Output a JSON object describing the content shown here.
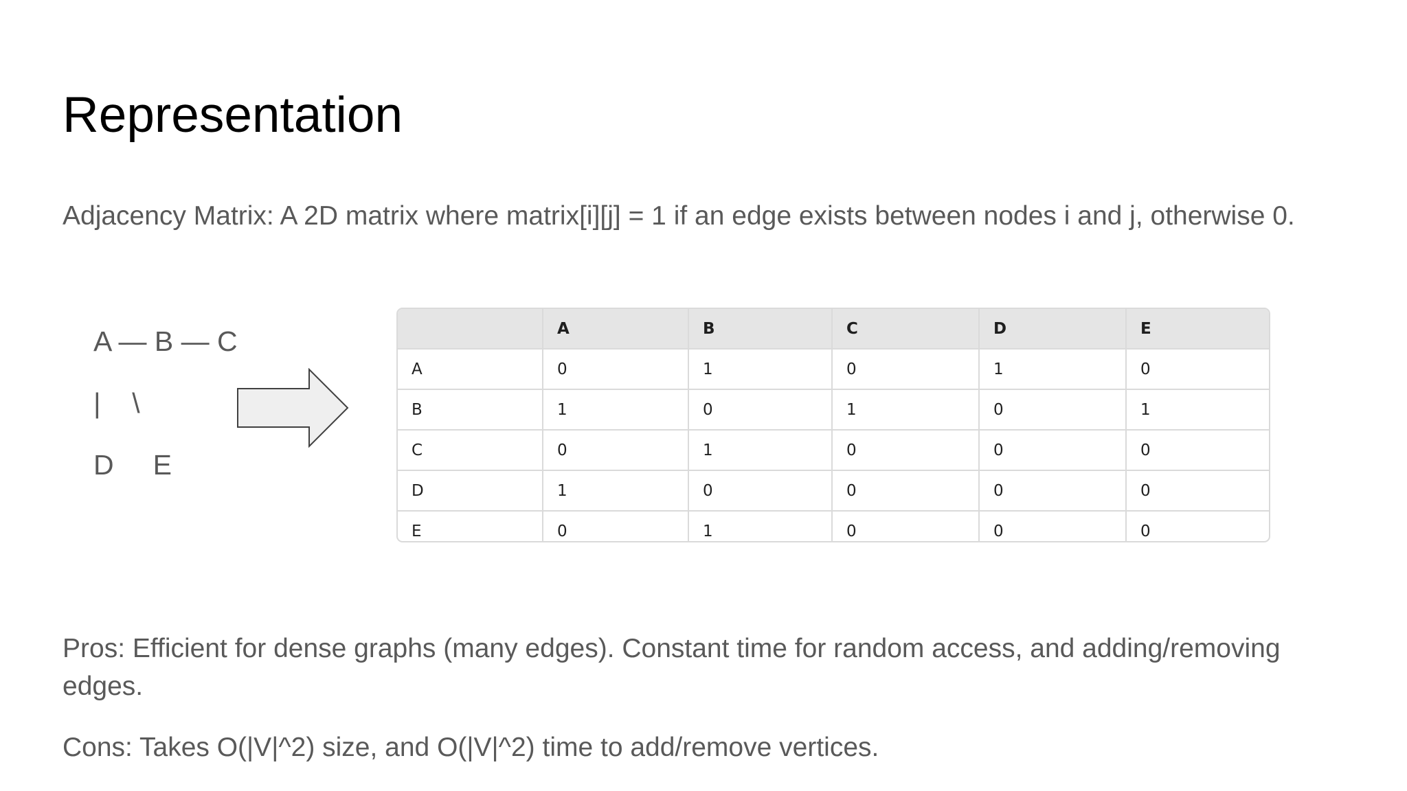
{
  "slide": {
    "title": "Representation",
    "intro": "Adjacency Matrix: A 2D matrix where matrix[i][j] = 1 if an edge exists between nodes i and j, otherwise 0.",
    "pros": "Pros: Efficient for dense graphs (many edges). Constant time for random access, and adding/removing edges.",
    "cons": "Cons: Takes O(|V|^2) size, and O(|V|^2) time to add/remove vertices."
  },
  "graph": {
    "line1": "A — B — C",
    "line2": "|    \\",
    "line3": "D     E"
  },
  "arrow": {
    "fill": "#efefef",
    "stroke": "#404040"
  },
  "matrix": {
    "header": [
      "",
      "A",
      "B",
      "C",
      "D",
      "E"
    ],
    "rows": [
      [
        "A",
        "0",
        "1",
        "0",
        "1",
        "0"
      ],
      [
        "B",
        "1",
        "0",
        "1",
        "0",
        "1"
      ],
      [
        "C",
        "0",
        "1",
        "0",
        "0",
        "0"
      ],
      [
        "D",
        "1",
        "0",
        "0",
        "0",
        "0"
      ],
      [
        "E",
        "0",
        "1",
        "0",
        "0",
        "0"
      ]
    ]
  }
}
